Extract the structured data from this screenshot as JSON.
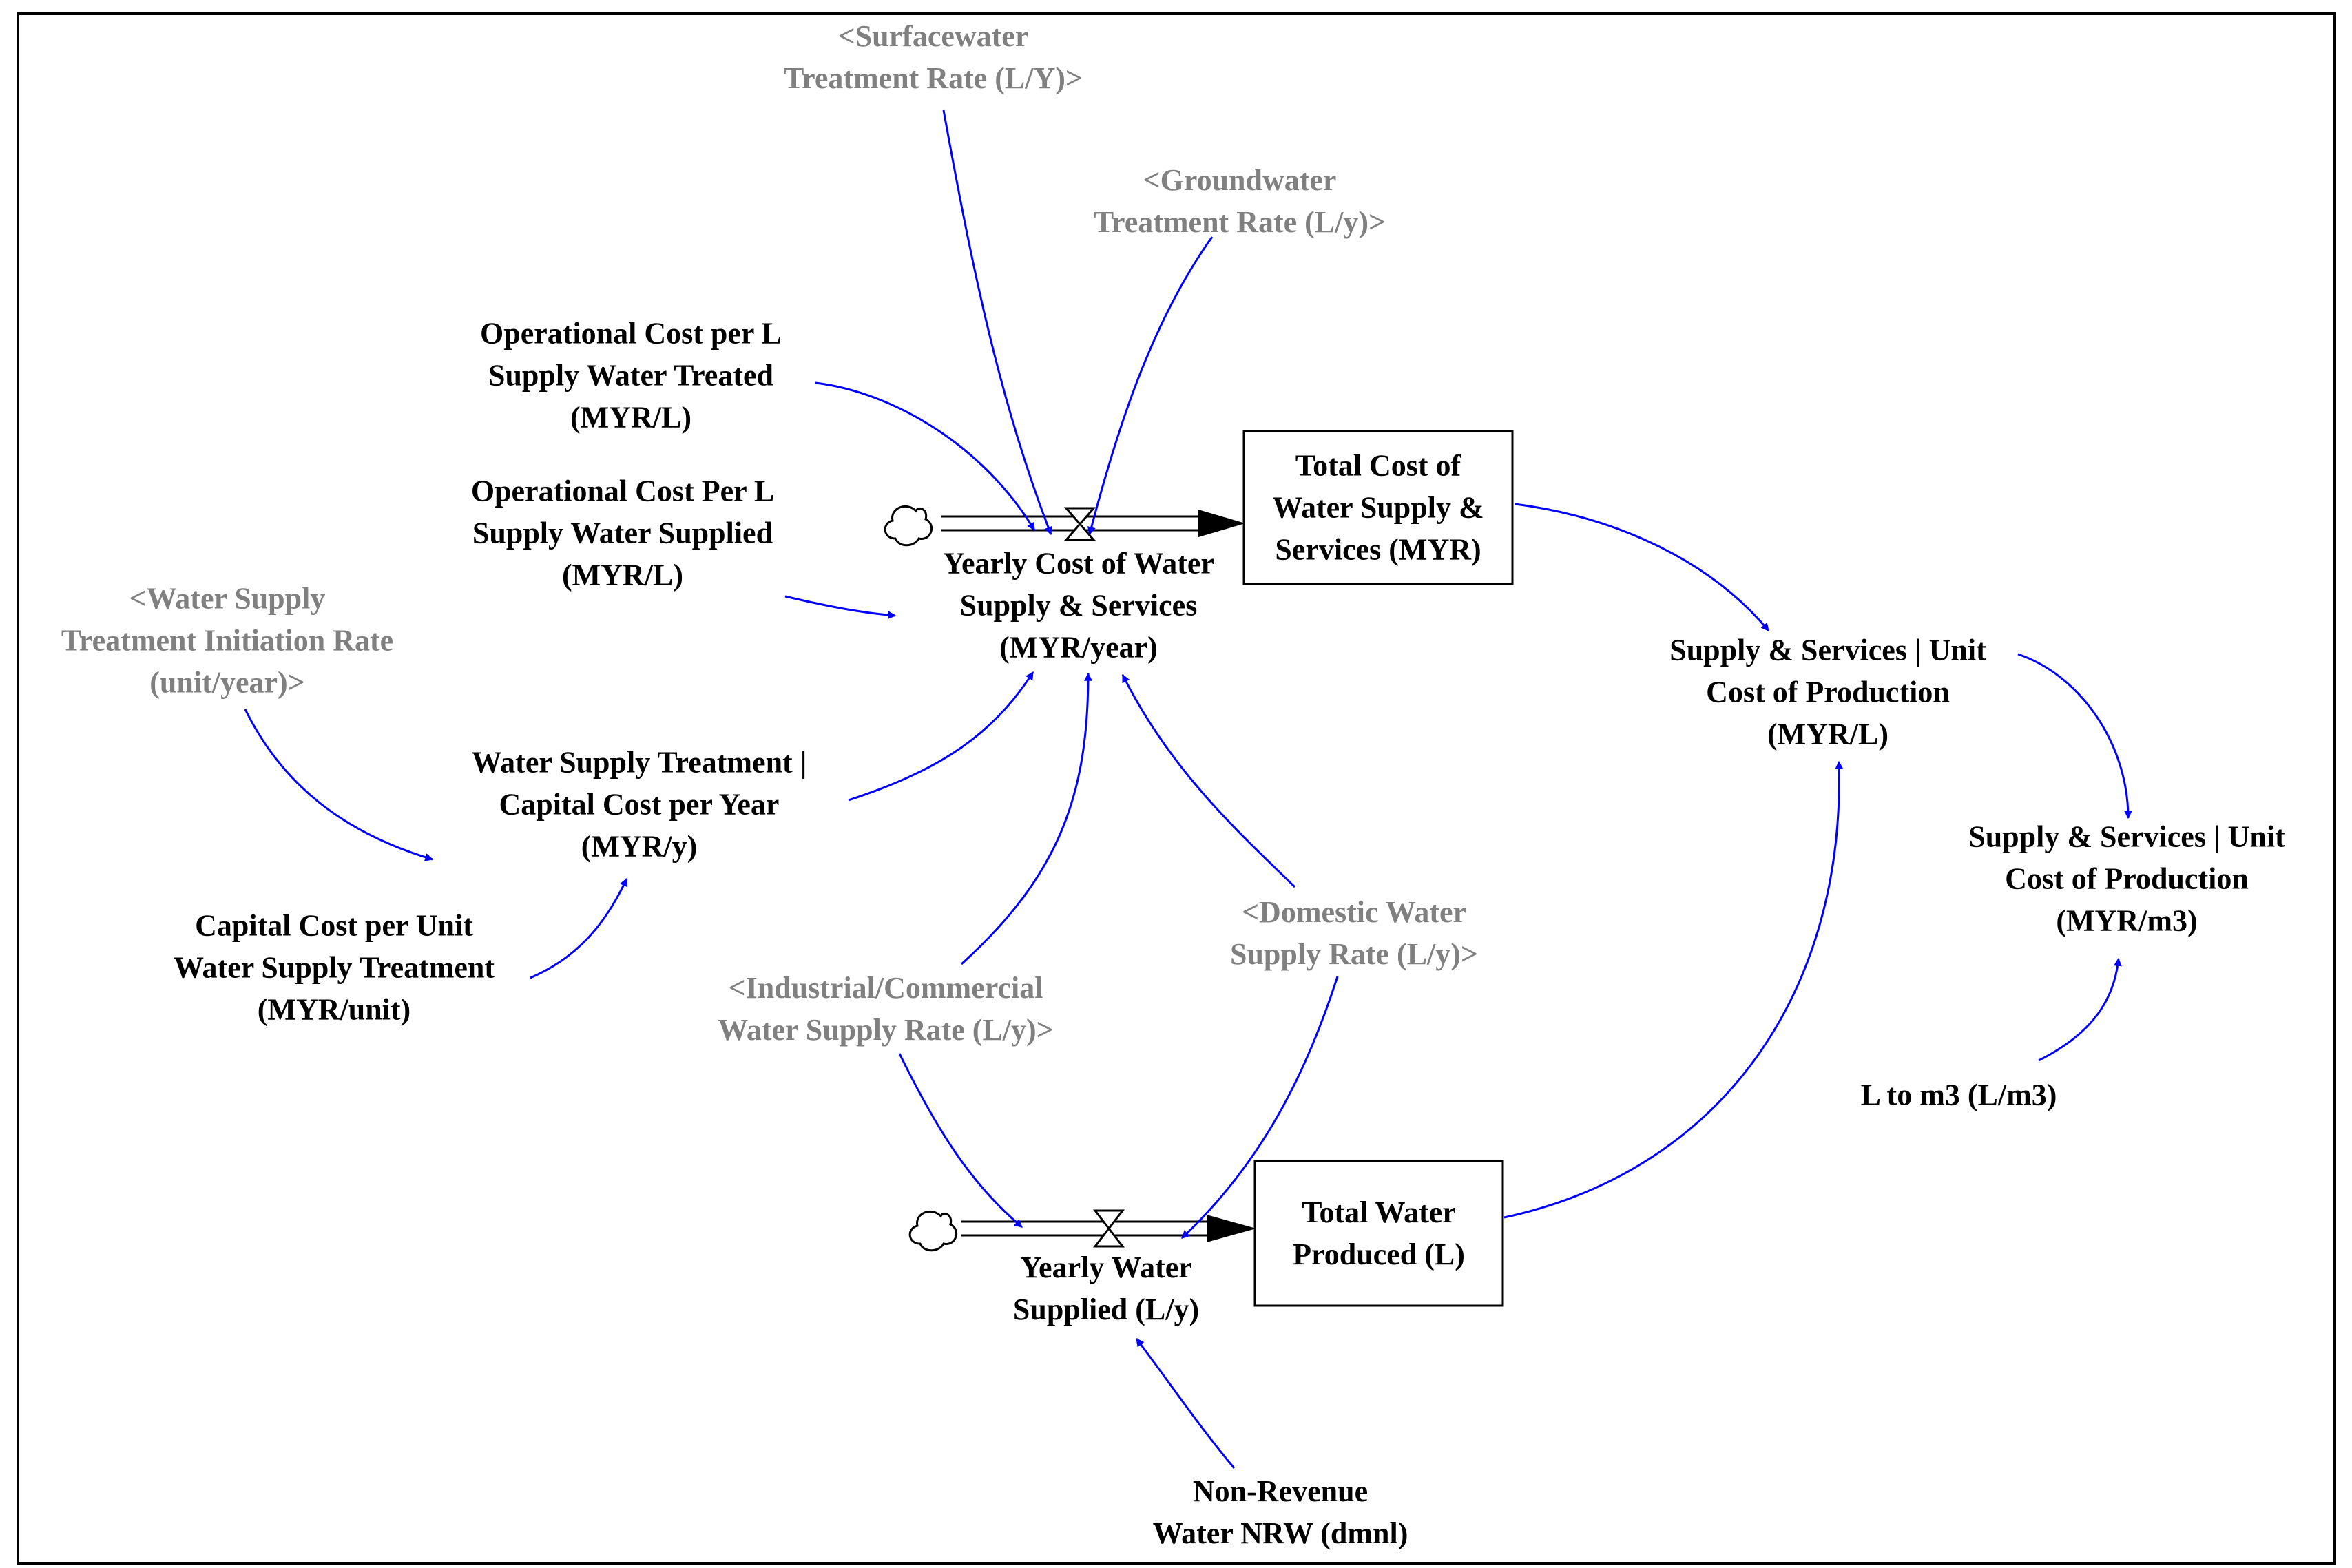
{
  "colors": {
    "link": "#0000ff",
    "variable_text": "#000000",
    "shadow_text": "#808080",
    "flow": "#000000",
    "frame": "#000000"
  },
  "icons": {
    "source_cloud": "cloud-icon",
    "valve": "valve-icon",
    "arrowhead": "arrowhead-icon"
  },
  "nodes": {
    "surfacewater": {
      "lines": [
        "<Surfacewater",
        "Treatment Rate (L/Y)>"
      ]
    },
    "groundwater": {
      "lines": [
        "<Groundwater",
        "Treatment Rate (L/y)>"
      ]
    },
    "op_cost_treated": {
      "lines": [
        "Operational Cost per L",
        "Supply Water Treated",
        "(MYR/L)"
      ]
    },
    "op_cost_supplied": {
      "lines": [
        "Operational Cost Per L",
        "Supply Water Supplied",
        "(MYR/L)"
      ]
    },
    "yearly_cost": {
      "lines": [
        "Yearly Cost of Water",
        "Supply & Services",
        "(MYR/year)"
      ]
    },
    "total_cost": {
      "lines": [
        "Total Cost of",
        "Water Supply &",
        "Services (MYR)"
      ]
    },
    "ws_init_rate": {
      "lines": [
        "<Water Supply",
        "Treatment Initiation Rate",
        "(unit/year)>"
      ]
    },
    "capital_cost_year": {
      "lines": [
        "Water Supply Treatment |",
        "Capital Cost per Year",
        "(MYR/y)"
      ]
    },
    "capital_cost_unit": {
      "lines": [
        "Capital Cost per Unit",
        "Water Supply Treatment",
        "(MYR/unit)"
      ]
    },
    "unit_cost_l": {
      "lines": [
        "Supply & Services | Unit",
        "Cost of Production",
        "(MYR/L)"
      ]
    },
    "unit_cost_m3": {
      "lines": [
        "Supply & Services | Unit",
        "Cost of Production",
        "(MYR/m3)"
      ]
    },
    "domestic": {
      "lines": [
        "<Domestic Water",
        "Supply Rate (L/y)>"
      ]
    },
    "industrial": {
      "lines": [
        "<Industrial/Commercial",
        "Water Supply Rate (L/y)>"
      ]
    },
    "l_to_m3": {
      "lines": [
        "L to m3 (L/m3)"
      ]
    },
    "yearly_water": {
      "lines": [
        "Yearly Water",
        "Supplied (L/y)"
      ]
    },
    "total_water": {
      "lines": [
        "Total Water",
        "Produced (L)"
      ]
    },
    "nrw": {
      "lines": [
        "Non-Revenue",
        "Water NRW (dmnl)"
      ]
    }
  }
}
